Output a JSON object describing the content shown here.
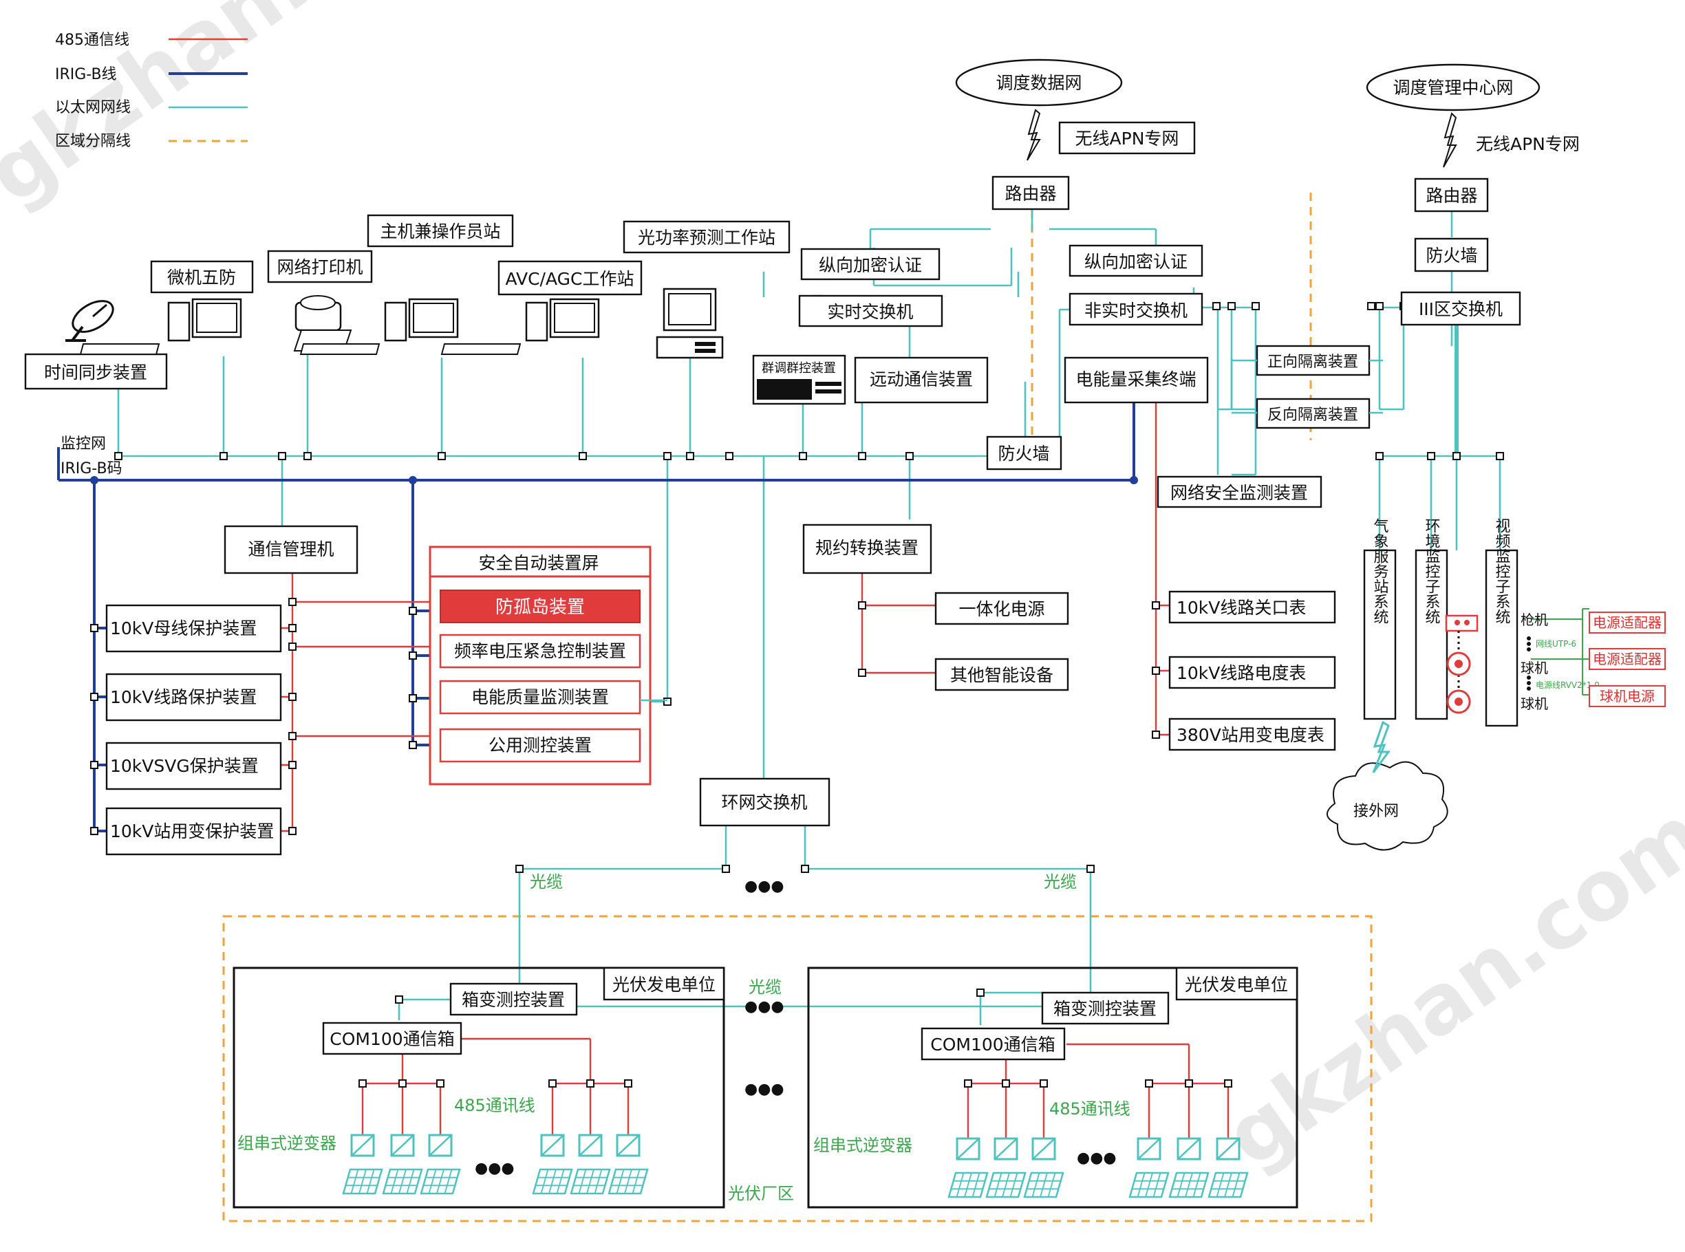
{
  "legend": [
    {
      "label": "485通信线",
      "color": "#e23b3b",
      "style": "solid"
    },
    {
      "label": "IRIG-B线",
      "color": "#1f3f9a",
      "style": "solid"
    },
    {
      "label": "以太网网线",
      "color": "#4cc3c0",
      "style": "solid"
    },
    {
      "label": "区域分隔线",
      "color": "#f2a23a",
      "style": "dashed"
    }
  ],
  "watermark": "gkzhan.com",
  "clouds": {
    "dispatch_data_net": "调度数据网",
    "dispatch_mgmt_net": "调度管理中心网",
    "external_net": "接外网"
  },
  "labels": {
    "wireless_apn_1": "无线APN专网",
    "wireless_apn_2": "无线APN专网",
    "monitor_net": "监控网",
    "irig_b_code": "IRIG-B码",
    "fiber_1": "光缆",
    "fiber_2": "光缆",
    "fiber_3": "光缆",
    "pv_area": "光伏厂区",
    "rs485_1": "485通讯线",
    "rs485_2": "485通讯线",
    "inverter_1": "组串式逆变器",
    "inverter_2": "组串式逆变器",
    "gun_cam": "枪机",
    "dome_cam_1": "球机",
    "dome_cam_2": "球机",
    "net_utp": "网线UTP-6",
    "power_rvv": "电源线RVV2*1.0",
    "ellipsis": "●●●"
  },
  "devices": {
    "time_sync": "时间同步装置",
    "micro_5prev": "微机五防",
    "net_printer": "网络打印机",
    "host_operator": "主机兼操作员站",
    "avc_agc": "AVC/AGC工作站",
    "pv_forecast": "光功率预测工作站",
    "vert_auth_1": "纵向加密认证",
    "realtime_switch": "实时交换机",
    "group_ctrl": "群调群控装置",
    "remote_comm": "远动通信装置",
    "router_1": "路由器",
    "vert_auth_2": "纵向加密认证",
    "nonrealtime_switch": "非实时交换机",
    "energy_terminal": "电能量采集终端",
    "firewall_1": "防火墙",
    "net_sec_monitor": "网络安全监测装置",
    "fwd_isolation": "正向隔离装置",
    "rev_isolation": "反向隔离装置",
    "router_2": "路由器",
    "firewall_2": "防火墙",
    "zone3_switch": "III区交换机",
    "comm_manager": "通信管理机",
    "prot_10kv_bus": "10kV母线保护装置",
    "prot_10kv_line": "10kV线路保护装置",
    "prot_10kv_svg": "10kVSVG保护装置",
    "prot_10kv_station": "10kV站用变保护装置",
    "safety_panel": "安全自动装置屏",
    "anti_islanding": "防孤岛装置",
    "freq_volt_ctrl": "频率电压紧急控制装置",
    "power_quality": "电能质量监测装置",
    "public_measure": "公用测控装置",
    "protocol_conv": "规约转换装置",
    "integrated_power": "一体化电源",
    "other_smart": "其他智能设备",
    "meter_line_gate": "10kV线路关口表",
    "meter_line_energy": "10kV线路电度表",
    "meter_380v": "380V站用变电度表",
    "ring_switch": "环网交换机",
    "weather_station": "气象服务站系统",
    "env_monitor": "环境监控子系统",
    "video_monitor": "视频监控子系统",
    "power_adapter_1": "电源适配器",
    "power_adapter_2": "电源适配器",
    "dome_power": "球机电源",
    "pv_unit_1": "光伏发电单位",
    "pv_unit_2": "光伏发电单位",
    "box_measure_1": "箱变测控装置",
    "box_measure_2": "箱变测控装置",
    "com100_1": "COM100通信箱",
    "com100_2": "COM100通信箱"
  }
}
